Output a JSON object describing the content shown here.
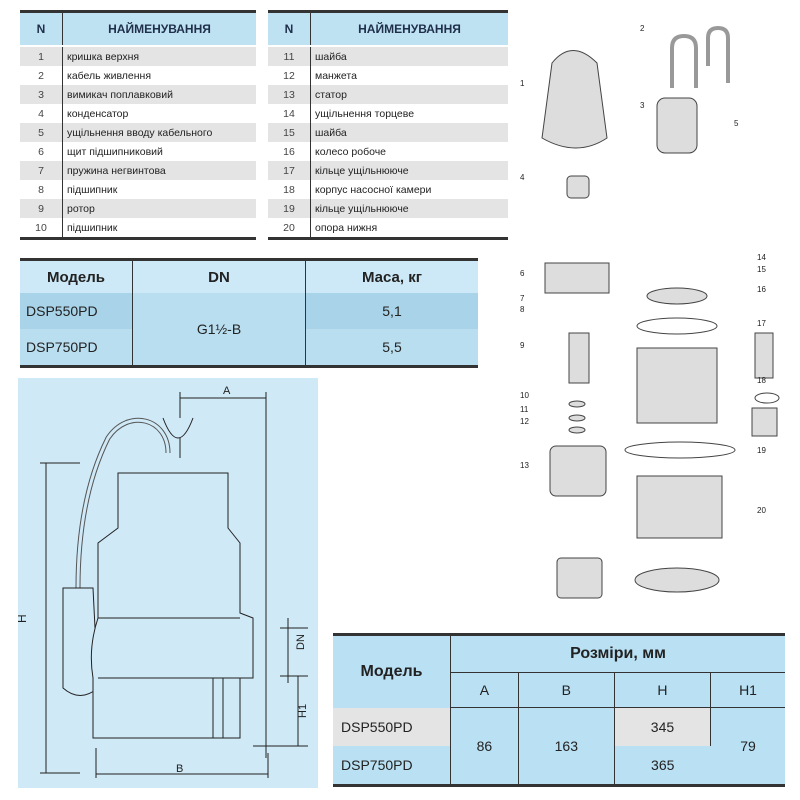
{
  "parts_table": {
    "header_n": "N",
    "header_name": "НАЙМЕНУВАННЯ",
    "left": [
      {
        "n": "1",
        "name": "кришка верхня"
      },
      {
        "n": "2",
        "name": "кабель живлення"
      },
      {
        "n": "3",
        "name": "вимикач поплавковий"
      },
      {
        "n": "4",
        "name": "конденсатор"
      },
      {
        "n": "5",
        "name": "ущільнення вводу кабельного"
      },
      {
        "n": "6",
        "name": "щит підшипниковий"
      },
      {
        "n": "7",
        "name": "пружина негвинтова"
      },
      {
        "n": "8",
        "name": "підшипник"
      },
      {
        "n": "9",
        "name": "ротор"
      },
      {
        "n": "10",
        "name": "підшипник"
      }
    ],
    "right": [
      {
        "n": "11",
        "name": "шайба"
      },
      {
        "n": "12",
        "name": "манжета"
      },
      {
        "n": "13",
        "name": "статор"
      },
      {
        "n": "14",
        "name": "ущільнення торцеве"
      },
      {
        "n": "15",
        "name": "шайба"
      },
      {
        "n": "16",
        "name": "колесо робоче"
      },
      {
        "n": "17",
        "name": "кільце ущільнююче"
      },
      {
        "n": "18",
        "name": "корпус насосної камери"
      },
      {
        "n": "19",
        "name": "кільце ущільнююче"
      },
      {
        "n": "20",
        "name": "опора нижня"
      }
    ]
  },
  "model_table": {
    "headers": [
      "Модель",
      "DN",
      "Маса, кг"
    ],
    "dn": "G1½-B",
    "rows": [
      {
        "model": "DSP550PD",
        "mass": "5,1"
      },
      {
        "model": "DSP750PD",
        "mass": "5,5"
      }
    ]
  },
  "drawing": {
    "labels": {
      "a": "A",
      "b": "B",
      "h": "H",
      "h1": "H1",
      "dn": "DN"
    }
  },
  "dims_table": {
    "model_header": "Модель",
    "group_header": "Розміри, мм",
    "cols": [
      "A",
      "B",
      "H",
      "H1"
    ],
    "a": "86",
    "b": "163",
    "h1": "79",
    "rows": [
      {
        "model": "DSP550PD",
        "h": "345"
      },
      {
        "model": "DSP750PD",
        "h": "365"
      }
    ]
  },
  "exploded": {
    "callouts": [
      "1",
      "2",
      "3",
      "4",
      "5",
      "6",
      "7",
      "8",
      "9",
      "10",
      "11",
      "12",
      "13",
      "14",
      "15",
      "16",
      "17",
      "18",
      "19",
      "20"
    ]
  }
}
